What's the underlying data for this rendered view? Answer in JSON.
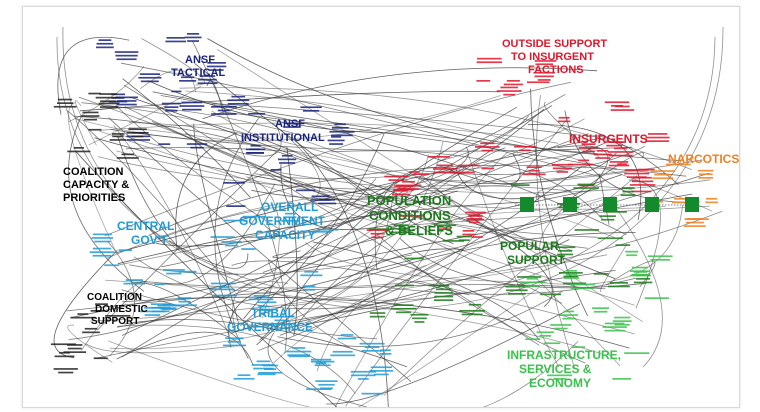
{
  "sections": [
    {
      "id": "ansf-tactical",
      "lines": [
        "ANSF",
        "TACTICAL"
      ],
      "color": "#1a237e"
    },
    {
      "id": "ansf-institutional",
      "lines": [
        "ANSF",
        "INSTITUTIONAL"
      ],
      "color": "#1a237e"
    },
    {
      "id": "coalition-capacity",
      "lines": [
        "COALITION",
        "CAPACITY &",
        "PRIORITIES"
      ],
      "color": "#000000"
    },
    {
      "id": "central-govt",
      "lines": [
        "CENTRAL",
        "GOV'T"
      ],
      "color": "#1e9bd7"
    },
    {
      "id": "overall-govt-capacity",
      "lines": [
        "OVERALL",
        "GOVERNMENT",
        "CAPACITY"
      ],
      "color": "#1e9bd7"
    },
    {
      "id": "tribal-governance",
      "lines": [
        "TRIBAL",
        "GOVERNANCE"
      ],
      "color": "#1e9bd7"
    },
    {
      "id": "coalition-domestic",
      "lines": [
        "COALITION",
        "DOMESTIC",
        "SUPPORT"
      ],
      "color": "#000000"
    },
    {
      "id": "population-conditions",
      "lines": [
        "POPULATION",
        "CONDITIONS",
        "& BELIEFS"
      ],
      "color": "#1b7a1b"
    },
    {
      "id": "outside-support",
      "lines": [
        "OUTSIDE SUPPORT",
        "TO INSURGENT",
        "FACTIONS"
      ],
      "color": "#e0162b"
    },
    {
      "id": "insurgents",
      "lines": [
        "INSURGENTS"
      ],
      "color": "#e0162b"
    },
    {
      "id": "narcotics",
      "lines": [
        "NARCOTICS"
      ],
      "color": "#f08020"
    },
    {
      "id": "popular-support",
      "lines": [
        "POPULAR",
        "SUPPORT"
      ],
      "color": "#1b7a1b"
    },
    {
      "id": "infrastructure",
      "lines": [
        "INFRASTRUCTURE,",
        "SERVICES &",
        "ECONOMY"
      ],
      "color": "#39c24a"
    }
  ],
  "popular_support_chain": {
    "color": "#138a2c",
    "nodes": 5
  },
  "colors": {
    "black": "#222222",
    "navy": "#1a237e",
    "cyan": "#1e9bd7",
    "green": "#1b7a1b",
    "red": "#e0162b",
    "orange": "#f08020",
    "lightgreen": "#39c24a"
  }
}
